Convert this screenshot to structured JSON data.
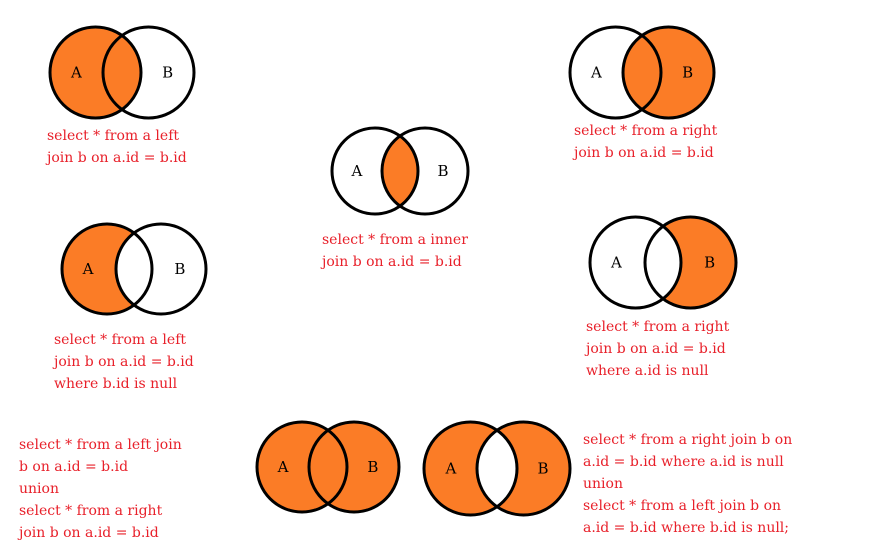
{
  "colors": {
    "fill": "#fb7c26",
    "outline": "#000000",
    "caption": "#e8202a",
    "background": "#ffffff"
  },
  "panels": [
    {
      "id": "left-join",
      "set_a": "A",
      "set_b": "B",
      "shaded": "a",
      "caption": [
        "select * from a left",
        "join b on a.id = b.id"
      ]
    },
    {
      "id": "inner-join",
      "set_a": "A",
      "set_b": "B",
      "shaded": "ab",
      "caption": [
        "select * from a inner",
        "join b on a.id = b.id"
      ]
    },
    {
      "id": "right-join",
      "set_a": "A",
      "set_b": "B",
      "shaded": "b",
      "caption": [
        "select * from a right",
        "join b on a.id = b.id"
      ]
    },
    {
      "id": "left-only",
      "set_a": "A",
      "set_b": "B",
      "shaded": "a-only",
      "caption": [
        "select * from a left",
        "join b on a.id = b.id",
        "where b.id is null"
      ]
    },
    {
      "id": "right-only",
      "set_a": "A",
      "set_b": "B",
      "shaded": "b-only",
      "caption": [
        "select * from a right",
        "join b on a.id = b.id",
        "where a.id is null"
      ]
    },
    {
      "id": "full-outer",
      "set_a": "A",
      "set_b": "B",
      "shaded": "all",
      "caption": [
        "select * from a left join",
        "b on a.id = b.id",
        "union",
        "select * from a right",
        "join b on a.id = b.id"
      ]
    },
    {
      "id": "symmetric-difference",
      "set_a": "A",
      "set_b": "B",
      "shaded": "xor",
      "caption": [
        "select * from a right join b on",
        "a.id = b.id where a.id is null",
        "union",
        "select * from a left join b on",
        "a.id = b.id where b.id is null;"
      ]
    }
  ]
}
